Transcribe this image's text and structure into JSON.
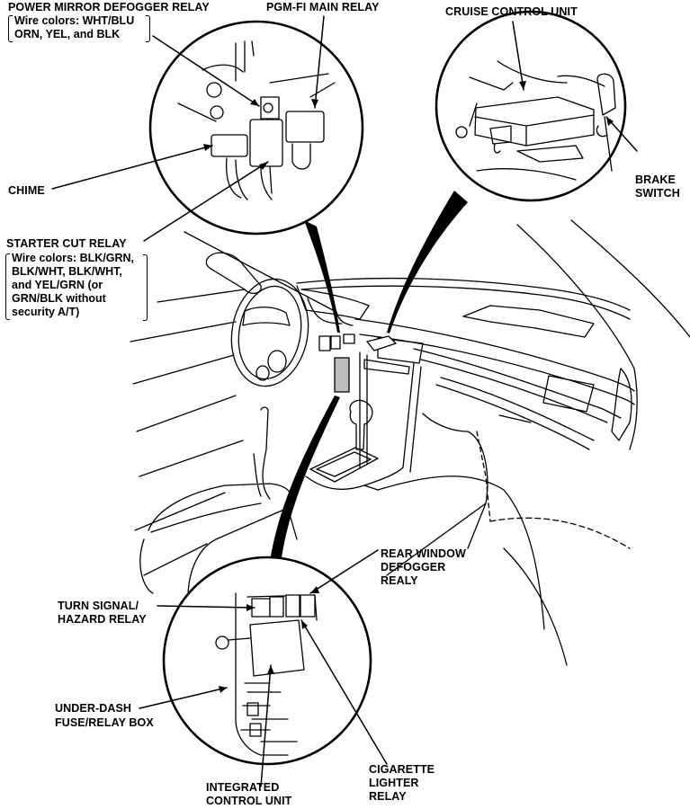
{
  "diagram": {
    "title": "Relay and control unit locations - dashboard",
    "labels": {
      "power_mirror_defogger_relay": {
        "name": "POWER MIRROR DEFOGGER RELAY",
        "note_lines": [
          "Wire colors: WHT/BLU",
          "ORN, YEL, and BLK"
        ]
      },
      "pgm_fi_main_relay": {
        "name": "PGM-FI MAIN RELAY"
      },
      "cruise_control_unit": {
        "name": "CRUISE CONTROL UNIT"
      },
      "chime": {
        "name": "CHIME"
      },
      "brake_switch": {
        "lines": [
          "BRAKE",
          "SWITCH"
        ]
      },
      "starter_cut_relay": {
        "name": "STARTER CUT RELAY",
        "note_lines": [
          "Wire colors: BLK/GRN,",
          "BLK/WHT, BLK/WHT,",
          "and YEL/GRN (or",
          "GRN/BLK without",
          "security A/T)"
        ]
      },
      "rear_window_defogger_relay": {
        "lines": [
          "REAR WINDOW",
          "DEFOGGER",
          "REALY"
        ]
      },
      "turn_signal_hazard_relay": {
        "lines": [
          "TURN SIGNAL/",
          "HAZARD RELAY"
        ]
      },
      "under_dash_fuse_relay_box": {
        "lines": [
          "UNDER-DASH",
          "FUSE/RELAY BOX"
        ]
      },
      "integrated_control_unit": {
        "lines": [
          "INTEGRATED",
          "CONTROL UNIT"
        ]
      },
      "cigarette_lighter_relay": {
        "lines": [
          "CIGARETTE",
          "LIGHTER",
          "RELAY"
        ]
      }
    },
    "callouts": [
      "relay-cluster-detail",
      "cruise-control-detail",
      "fuse-box-detail"
    ],
    "colors": {
      "ink": "#000000",
      "paper": "#ffffff",
      "highlight": "#bdbdbd"
    }
  }
}
